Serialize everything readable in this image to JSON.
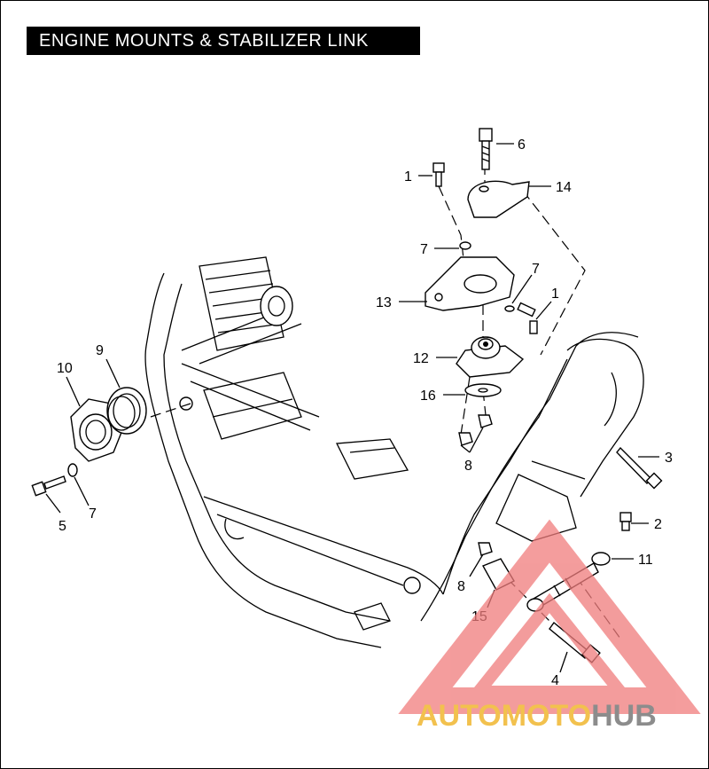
{
  "title": "ENGINE MOUNTS & STABILIZER LINK",
  "callouts": {
    "c1a": "1",
    "c1b": "1",
    "c2": "2",
    "c3": "3",
    "c4": "4",
    "c5": "5",
    "c6": "6",
    "c7a": "7",
    "c7b": "7",
    "c7c": "7",
    "c8a": "8",
    "c8b": "8",
    "c9": "9",
    "c10": "10",
    "c11": "11",
    "c12": "12",
    "c13": "13",
    "c14": "14",
    "c15": "15",
    "c16": "16"
  },
  "watermark": {
    "part1": "AUTO",
    "part2": "MOTO",
    "part3": "HUB"
  },
  "colors": {
    "watermark_red": "#f07c7c",
    "watermark_yellow": "#f2c14e",
    "watermark_gray": "#8c8c8c"
  },
  "icons": {
    "watermark_logo": "triangle-logo-icon"
  }
}
